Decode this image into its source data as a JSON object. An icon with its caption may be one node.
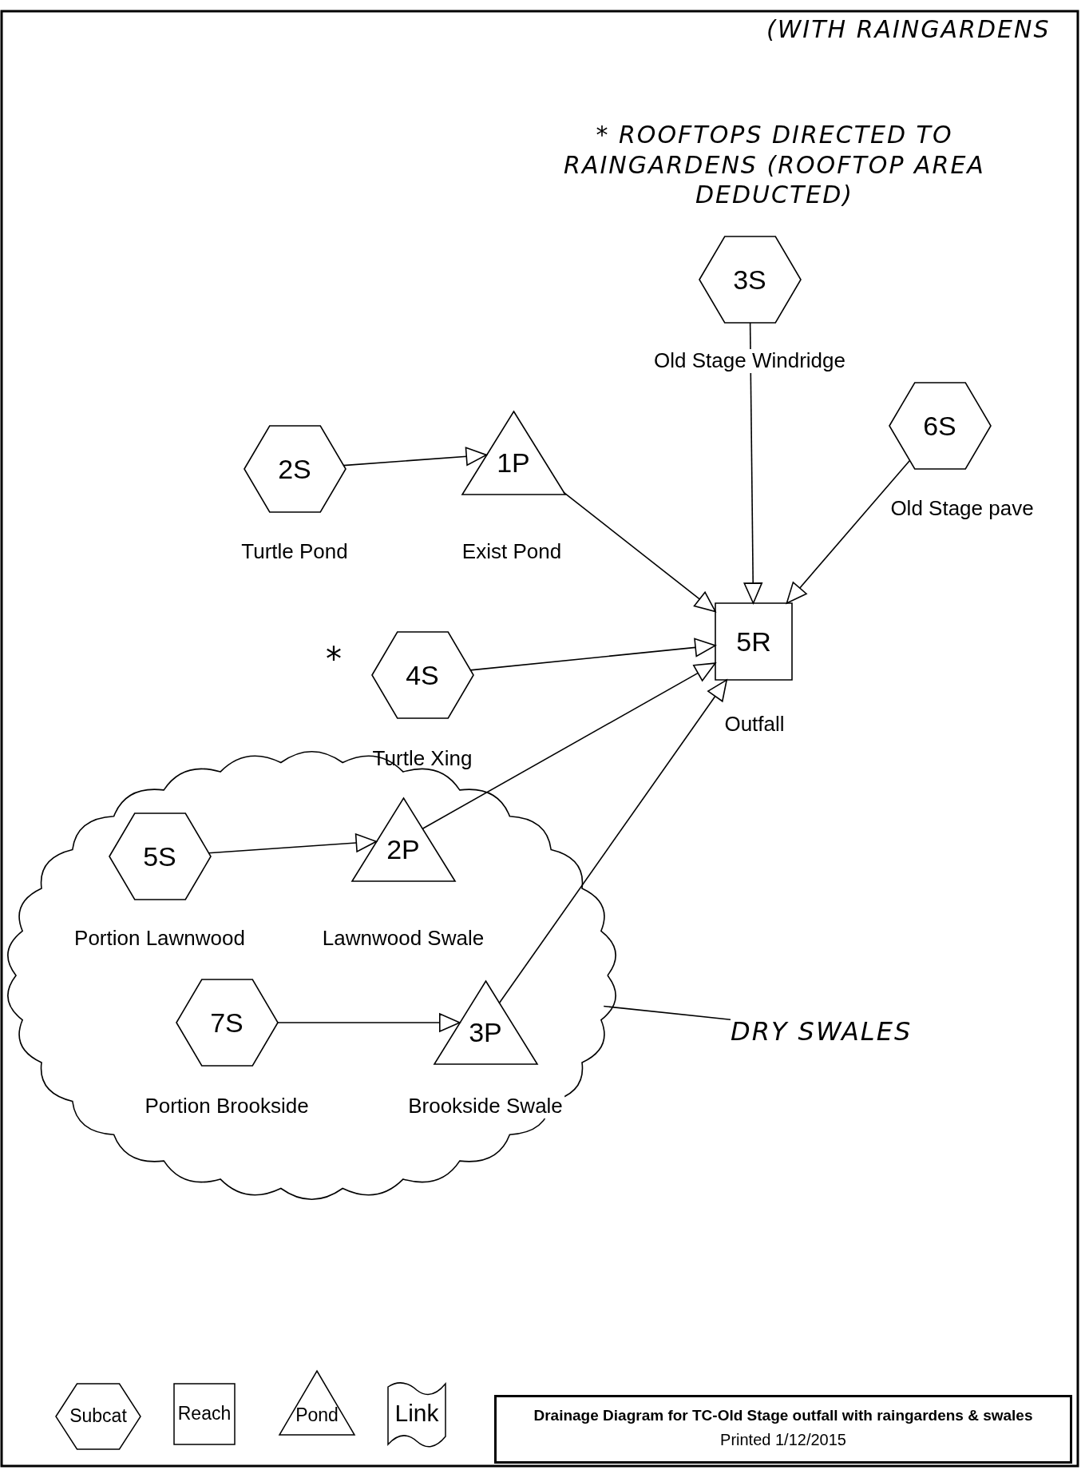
{
  "diagram": {
    "title": "Drainage Diagram for TC-Old Stage outfall with raingardens & swales",
    "nodes": [
      {
        "text": [
          "3S"
        ],
        "beside": [
          "Old Stage Windridge"
        ]
      },
      {
        "text": [
          "6S"
        ],
        "beside": [
          "Old Stage pave"
        ]
      },
      {
        "text": [
          "2S"
        ],
        "beside": [
          "Turtle Pond"
        ]
      },
      {
        "text": [
          "1P"
        ],
        "beside": [
          "Exist Pond"
        ]
      },
      {
        "text": [
          "5R"
        ],
        "beside": [
          "Outfall"
        ]
      },
      {
        "text": [
          "4S"
        ],
        "beside": [
          "Turtle Xing"
        ]
      },
      {
        "text": [],
        "shape": "cloud"
      },
      {
        "text": [
          "5S"
        ],
        "beside": [
          "Portion Lawnwood"
        ],
        "in": 6
      },
      {
        "text": [
          "2P"
        ],
        "beside": [
          "Lawnwood Swale"
        ],
        "in": 6
      },
      {
        "text": [
          "7S"
        ],
        "beside": [
          "Portion Brookside"
        ],
        "in": 6
      },
      {
        "text": [
          "3P"
        ],
        "beside": [
          "Brookside Swale"
        ],
        "in": 6
      },
      {
        "text": [
          "DRY SWALES"
        ]
      }
    ],
    "edges": [
      {
        "from": 0,
        "to": 4,
        "arrow": "to"
      },
      {
        "from": 1,
        "to": 4,
        "arrow": "to"
      },
      {
        "from": 2,
        "to": 3,
        "arrow": "to"
      },
      {
        "from": 3,
        "to": 4,
        "arrow": "to"
      },
      {
        "from": 5,
        "to": 4,
        "arrow": "to"
      },
      {
        "from": 8,
        "to": 4,
        "arrow": "to"
      },
      {
        "from": 10,
        "to": 4,
        "arrow": "to"
      },
      {
        "from": 7,
        "to": 8,
        "arrow": "to"
      },
      {
        "from": 9,
        "to": 10,
        "arrow": "to"
      },
      {
        "from": 11,
        "to": 6,
        "arrow": "none"
      }
    ],
    "labels": [
      "(WITH RAINGARDENS",
      "* ROOFTOPS DIRECTED TO RAINGARDENS (ROOFTOP AREA DEDUCTED)",
      "*",
      "Printed 1/12/2015"
    ],
    "legend": [
      {
        "text": "Subcat"
      },
      {
        "text": "Reach"
      },
      {
        "text": "Pond"
      },
      {
        "text": "Link"
      }
    ]
  }
}
